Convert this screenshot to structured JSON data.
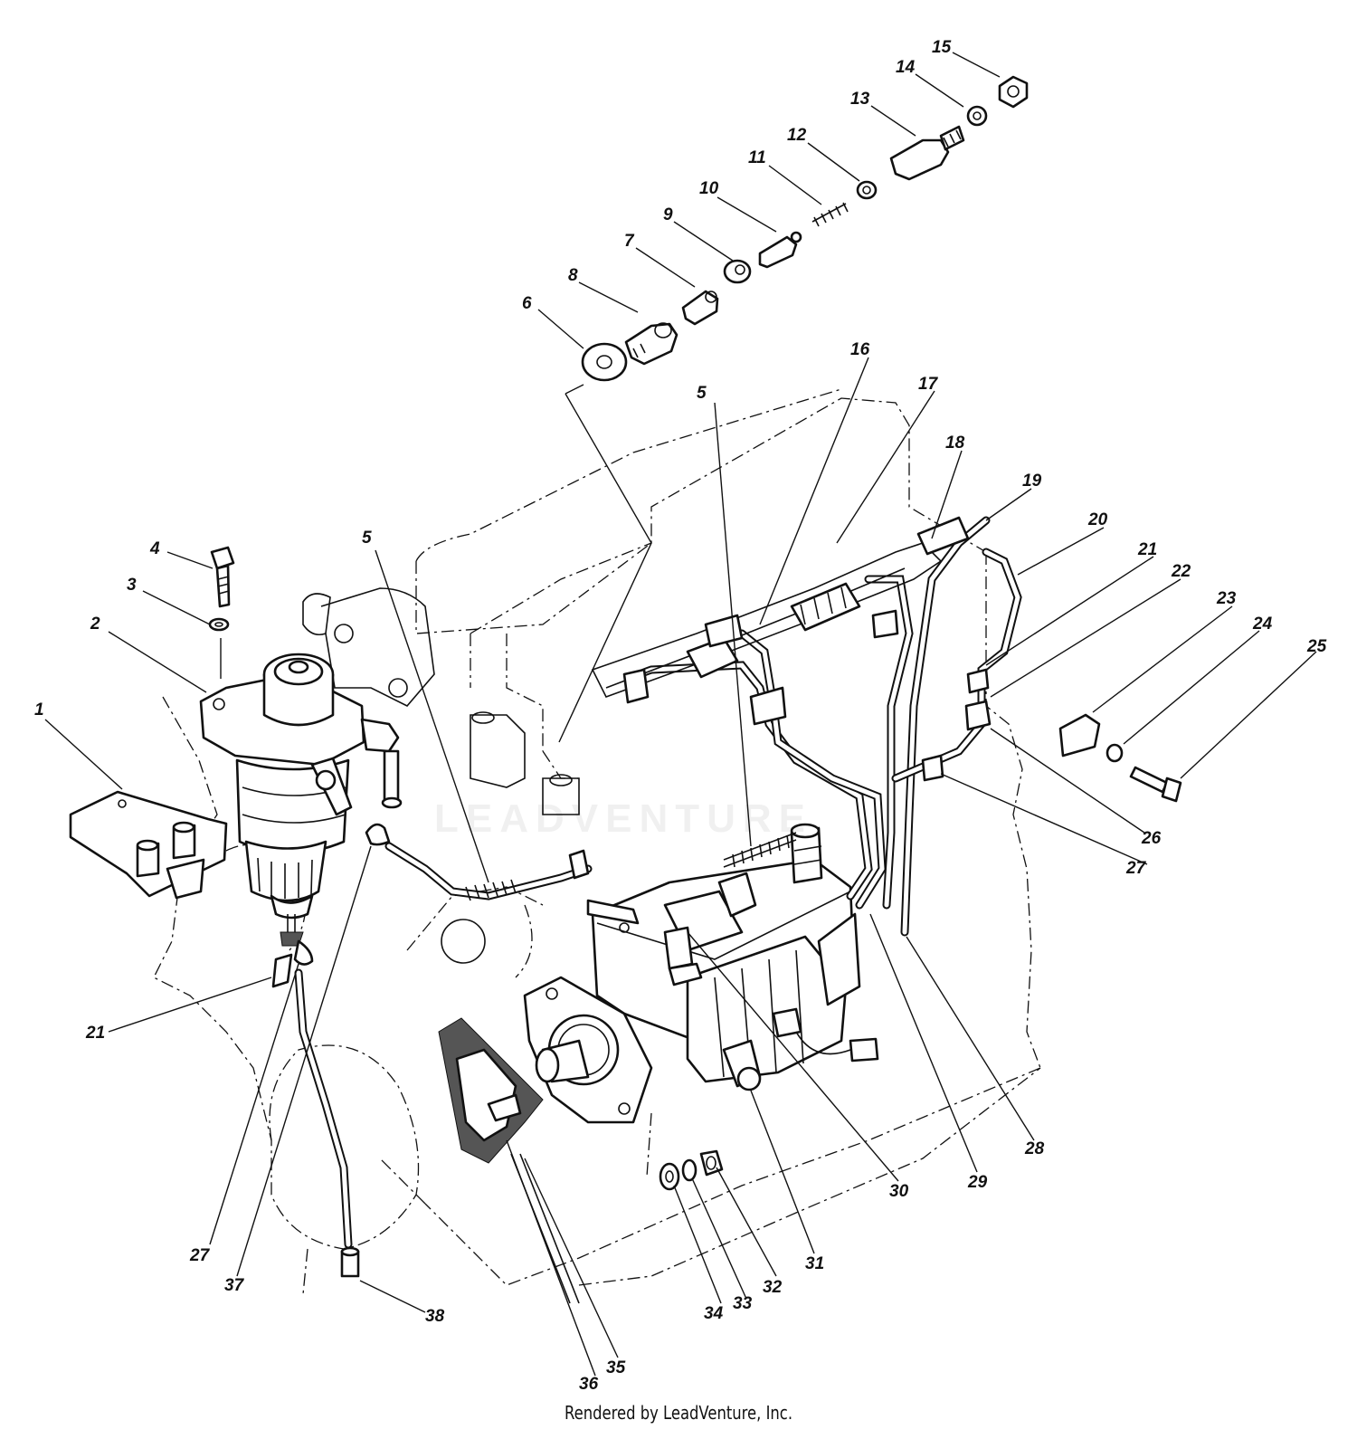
{
  "diagram": {
    "callouts": [
      {
        "id": "c1",
        "label": "1"
      },
      {
        "id": "c2",
        "label": "2"
      },
      {
        "id": "c3",
        "label": "3"
      },
      {
        "id": "c4",
        "label": "4"
      },
      {
        "id": "c5a",
        "label": "5"
      },
      {
        "id": "c5b",
        "label": "5"
      },
      {
        "id": "c6",
        "label": "6"
      },
      {
        "id": "c7",
        "label": "7"
      },
      {
        "id": "c8",
        "label": "8"
      },
      {
        "id": "c9",
        "label": "9"
      },
      {
        "id": "c10",
        "label": "10"
      },
      {
        "id": "c11",
        "label": "11"
      },
      {
        "id": "c12",
        "label": "12"
      },
      {
        "id": "c13",
        "label": "13"
      },
      {
        "id": "c14",
        "label": "14"
      },
      {
        "id": "c15",
        "label": "15"
      },
      {
        "id": "c16",
        "label": "16"
      },
      {
        "id": "c17",
        "label": "17"
      },
      {
        "id": "c18",
        "label": "18"
      },
      {
        "id": "c19",
        "label": "19"
      },
      {
        "id": "c20",
        "label": "20"
      },
      {
        "id": "c21a",
        "label": "21"
      },
      {
        "id": "c21b",
        "label": "21"
      },
      {
        "id": "c22",
        "label": "22"
      },
      {
        "id": "c23",
        "label": "23"
      },
      {
        "id": "c24",
        "label": "24"
      },
      {
        "id": "c25",
        "label": "25"
      },
      {
        "id": "c26",
        "label": "26"
      },
      {
        "id": "c27a",
        "label": "27"
      },
      {
        "id": "c27b",
        "label": "27"
      },
      {
        "id": "c28",
        "label": "28"
      },
      {
        "id": "c29",
        "label": "29"
      },
      {
        "id": "c30",
        "label": "30"
      },
      {
        "id": "c31",
        "label": "31"
      },
      {
        "id": "c32",
        "label": "32"
      },
      {
        "id": "c33",
        "label": "33"
      },
      {
        "id": "c34",
        "label": "34"
      },
      {
        "id": "c35",
        "label": "35"
      },
      {
        "id": "c36",
        "label": "36"
      },
      {
        "id": "c37",
        "label": "37"
      },
      {
        "id": "c38",
        "label": "38"
      }
    ],
    "watermark": "LEADVENTURE",
    "footer": "Rendered by LeadVenture, Inc."
  }
}
